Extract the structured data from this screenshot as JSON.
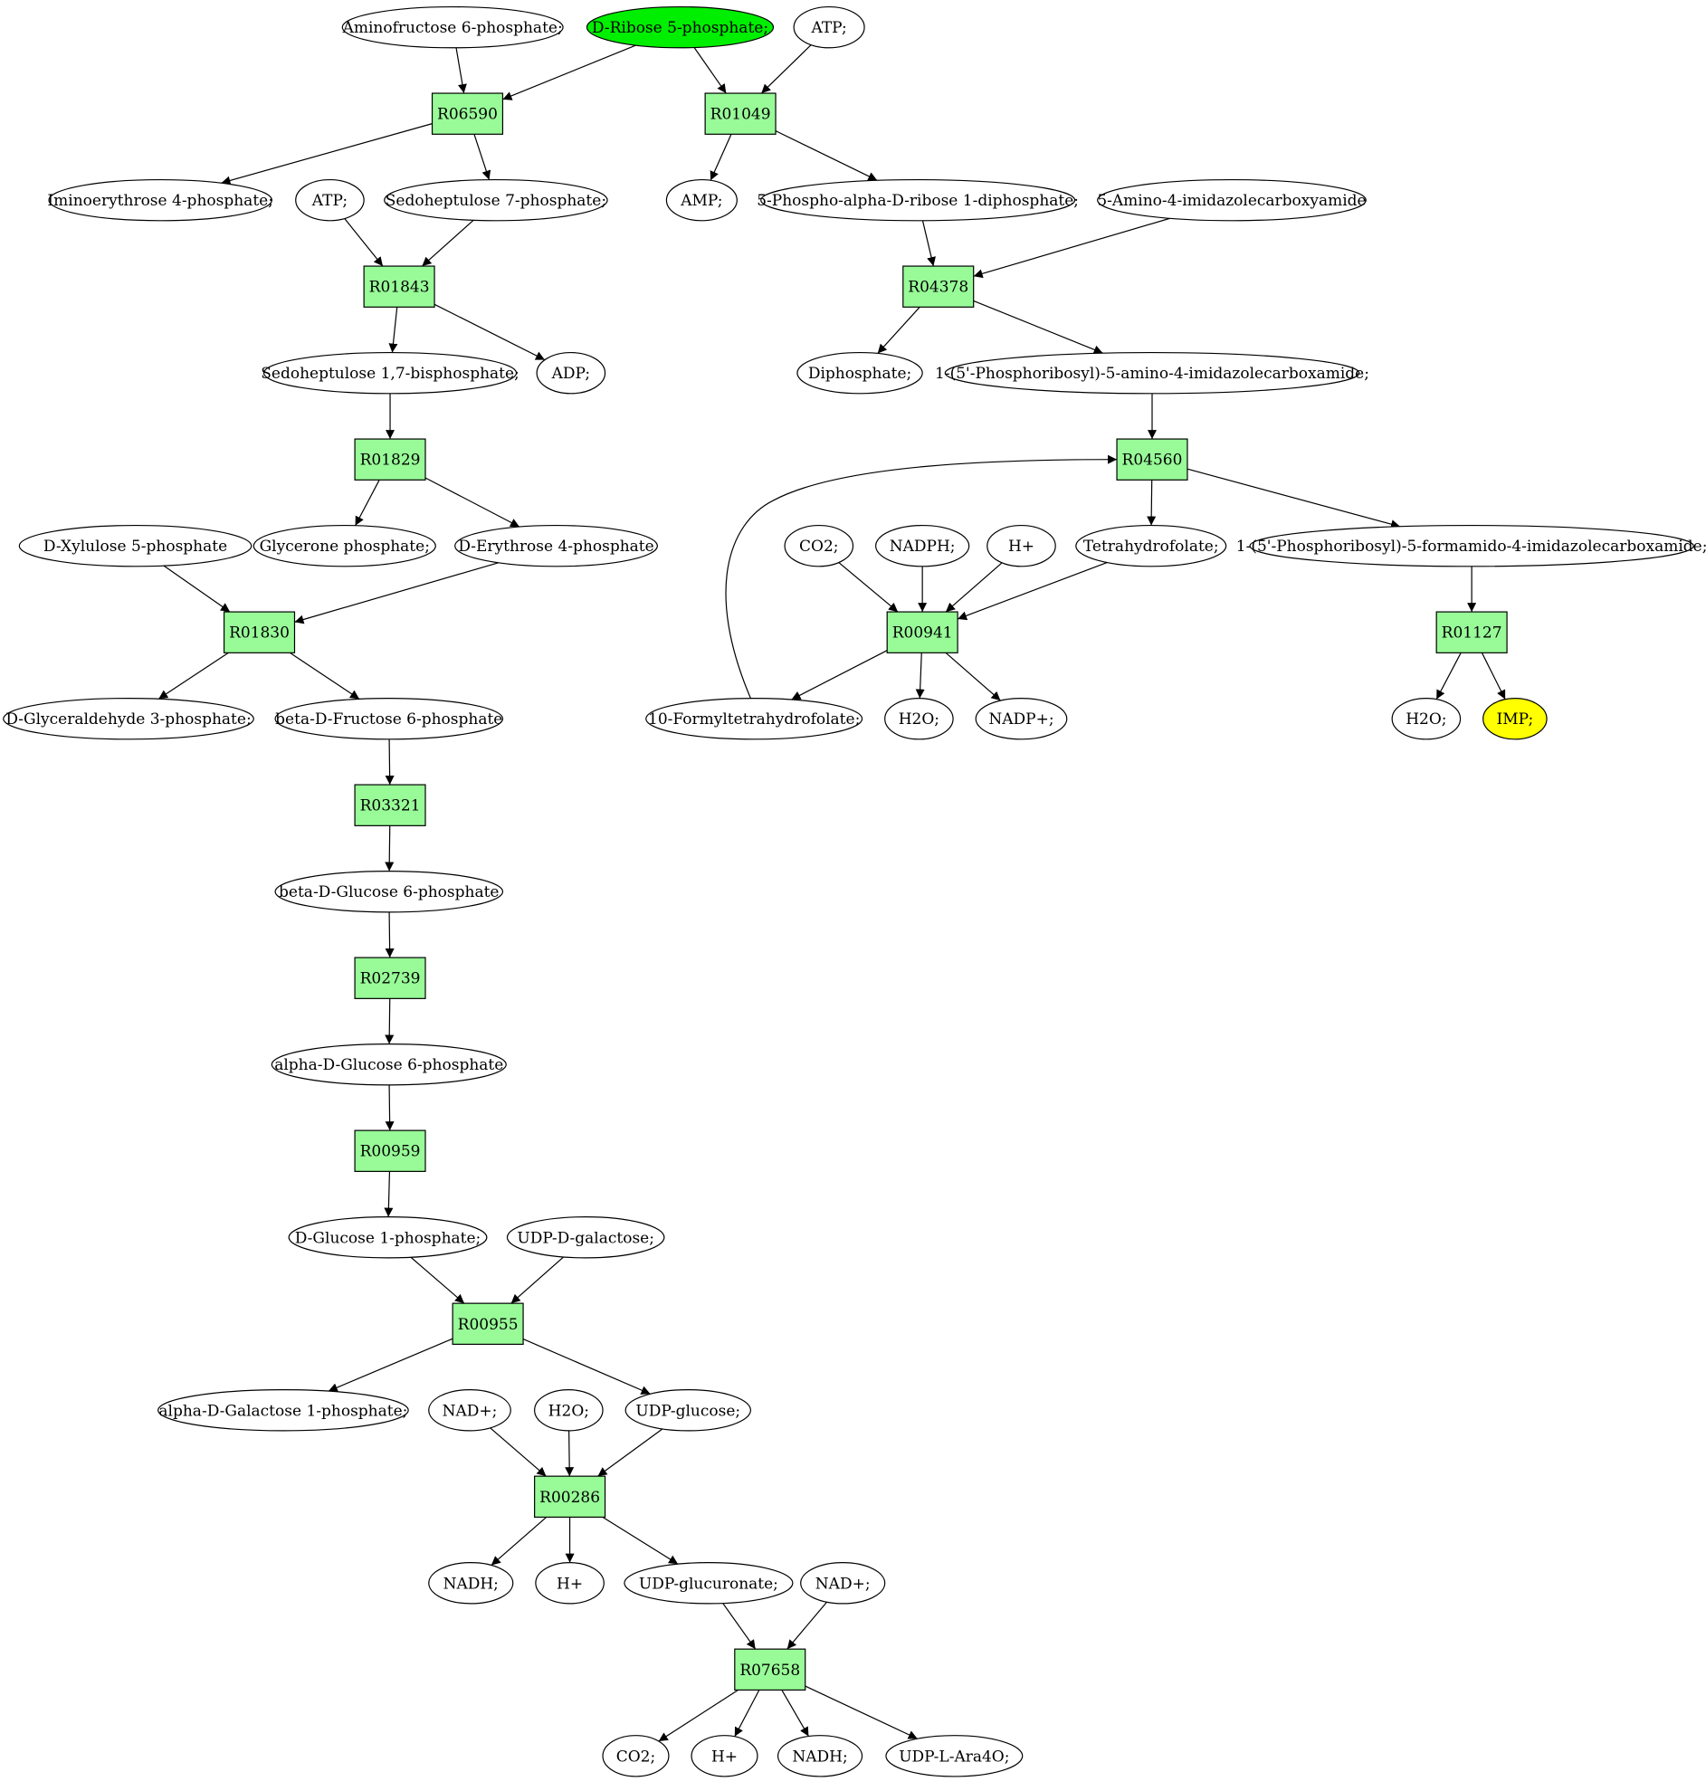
{
  "colors": {
    "reaction_fill": "#98fb98",
    "compound_fill": "#ffffff",
    "start_fill": "#00ee00",
    "target_fill": "#ffff00",
    "stroke": "#000000"
  },
  "reactions": [
    {
      "id": "r06590",
      "label": "R06590"
    },
    {
      "id": "r01049",
      "label": "R01049"
    },
    {
      "id": "r01843",
      "label": "R01843"
    },
    {
      "id": "r04378",
      "label": "R04378"
    },
    {
      "id": "r01829",
      "label": "R01829"
    },
    {
      "id": "r04560",
      "label": "R04560"
    },
    {
      "id": "r01830",
      "label": "R01830"
    },
    {
      "id": "r00941",
      "label": "R00941"
    },
    {
      "id": "r01127",
      "label": "R01127"
    },
    {
      "id": "r03321",
      "label": "R03321"
    },
    {
      "id": "r02739",
      "label": "R02739"
    },
    {
      "id": "r00959",
      "label": "R00959"
    },
    {
      "id": "r00955",
      "label": "R00955"
    },
    {
      "id": "r00286",
      "label": "R00286"
    },
    {
      "id": "r07658",
      "label": "R07658"
    }
  ],
  "compounds": [
    {
      "id": "aminofructose",
      "label": "Aminofructose 6-phosphate;"
    },
    {
      "id": "ribose5p",
      "label": "D-Ribose 5-phosphate;",
      "role": "start"
    },
    {
      "id": "atp1",
      "label": "ATP;"
    },
    {
      "id": "iminoerythrose",
      "label": "Iminoerythrose 4-phosphate;"
    },
    {
      "id": "atp2",
      "label": "ATP;"
    },
    {
      "id": "sedo7p",
      "label": "Sedoheptulose 7-phosphate;"
    },
    {
      "id": "amp",
      "label": "AMP;"
    },
    {
      "id": "prpp",
      "label": "5-Phospho-alpha-D-ribose 1-diphosphate;"
    },
    {
      "id": "aica",
      "label": "5-Amino-4-imidazolecarboxyamide"
    },
    {
      "id": "sedo17bp",
      "label": "Sedoheptulose 1,7-bisphosphate;"
    },
    {
      "id": "adp",
      "label": "ADP;"
    },
    {
      "id": "diphosphate",
      "label": "Diphosphate;"
    },
    {
      "id": "aicar",
      "label": "1-(5'-Phosphoribosyl)-5-amino-4-imidazolecarboxamide;"
    },
    {
      "id": "xylulose5p",
      "label": "D-Xylulose 5-phosphate"
    },
    {
      "id": "glyceronep",
      "label": "Glycerone phosphate;"
    },
    {
      "id": "erythrose4p",
      "label": "D-Erythrose 4-phosphate"
    },
    {
      "id": "co2a",
      "label": "CO2;"
    },
    {
      "id": "nadph",
      "label": "NADPH;"
    },
    {
      "id": "hplus1",
      "label": "H+"
    },
    {
      "id": "thf",
      "label": "Tetrahydrofolate;"
    },
    {
      "id": "faicar",
      "label": "1-(5'-Phosphoribosyl)-5-formamido-4-imidazolecarboxamide;"
    },
    {
      "id": "g3p",
      "label": "D-Glyceraldehyde 3-phosphate;"
    },
    {
      "id": "bfru6p",
      "label": "beta-D-Fructose 6-phosphate"
    },
    {
      "id": "formylthf",
      "label": "10-Formyltetrahydrofolate;"
    },
    {
      "id": "h2o1",
      "label": "H2O;"
    },
    {
      "id": "nadp",
      "label": "NADP+;"
    },
    {
      "id": "h2o2",
      "label": "H2O;"
    },
    {
      "id": "imp",
      "label": "IMP;",
      "role": "target"
    },
    {
      "id": "bglc6p",
      "label": "beta-D-Glucose 6-phosphate"
    },
    {
      "id": "aglc6p",
      "label": "alpha-D-Glucose 6-phosphate"
    },
    {
      "id": "glc1p",
      "label": "D-Glucose 1-phosphate;"
    },
    {
      "id": "udpgal",
      "label": "UDP-D-galactose;"
    },
    {
      "id": "gal1p",
      "label": "alpha-D-Galactose 1-phosphate;"
    },
    {
      "id": "nad1",
      "label": "NAD+;"
    },
    {
      "id": "h2o3",
      "label": "H2O;"
    },
    {
      "id": "udpglc",
      "label": "UDP-glucose;"
    },
    {
      "id": "nadh1",
      "label": "NADH;"
    },
    {
      "id": "hplus2",
      "label": "H+"
    },
    {
      "id": "udpglcua",
      "label": "UDP-glucuronate;"
    },
    {
      "id": "nad2",
      "label": "NAD+;"
    },
    {
      "id": "co2b",
      "label": "CO2;"
    },
    {
      "id": "hplus3",
      "label": "H+"
    },
    {
      "id": "nadh2",
      "label": "NADH;"
    },
    {
      "id": "udpara4o",
      "label": "UDP-L-Ara4O;"
    }
  ],
  "edges": [
    [
      "aminofructose",
      "r06590"
    ],
    [
      "ribose5p",
      "r06590"
    ],
    [
      "r06590",
      "iminoerythrose"
    ],
    [
      "r06590",
      "sedo7p"
    ],
    [
      "ribose5p",
      "r01049"
    ],
    [
      "atp1",
      "r01049"
    ],
    [
      "r01049",
      "amp"
    ],
    [
      "r01049",
      "prpp"
    ],
    [
      "atp2",
      "r01843"
    ],
    [
      "sedo7p",
      "r01843"
    ],
    [
      "r01843",
      "sedo17bp"
    ],
    [
      "r01843",
      "adp"
    ],
    [
      "prpp",
      "r04378"
    ],
    [
      "aica",
      "r04378"
    ],
    [
      "r04378",
      "diphosphate"
    ],
    [
      "r04378",
      "aicar"
    ],
    [
      "sedo17bp",
      "r01829"
    ],
    [
      "r01829",
      "glyceronep"
    ],
    [
      "r01829",
      "erythrose4p"
    ],
    [
      "aicar",
      "r04560"
    ],
    [
      "formylthf",
      "r04560"
    ],
    [
      "r04560",
      "thf"
    ],
    [
      "r04560",
      "faicar"
    ],
    [
      "xylulose5p",
      "r01830"
    ],
    [
      "erythrose4p",
      "r01830"
    ],
    [
      "r01830",
      "g3p"
    ],
    [
      "r01830",
      "bfru6p"
    ],
    [
      "co2a",
      "r00941"
    ],
    [
      "nadph",
      "r00941"
    ],
    [
      "hplus1",
      "r00941"
    ],
    [
      "thf",
      "r00941"
    ],
    [
      "r00941",
      "formylthf"
    ],
    [
      "r00941",
      "h2o1"
    ],
    [
      "r00941",
      "nadp"
    ],
    [
      "faicar",
      "r01127"
    ],
    [
      "r01127",
      "h2o2"
    ],
    [
      "r01127",
      "imp"
    ],
    [
      "bfru6p",
      "r03321"
    ],
    [
      "r03321",
      "bglc6p"
    ],
    [
      "bglc6p",
      "r02739"
    ],
    [
      "r02739",
      "aglc6p"
    ],
    [
      "aglc6p",
      "r00959"
    ],
    [
      "r00959",
      "glc1p"
    ],
    [
      "glc1p",
      "r00955"
    ],
    [
      "udpgal",
      "r00955"
    ],
    [
      "r00955",
      "gal1p"
    ],
    [
      "r00955",
      "udpglc"
    ],
    [
      "nad1",
      "r00286"
    ],
    [
      "h2o3",
      "r00286"
    ],
    [
      "udpglc",
      "r00286"
    ],
    [
      "r00286",
      "nadh1"
    ],
    [
      "r00286",
      "hplus2"
    ],
    [
      "r00286",
      "udpglcua"
    ],
    [
      "udpglcua",
      "r07658"
    ],
    [
      "nad2",
      "r07658"
    ],
    [
      "r07658",
      "co2b"
    ],
    [
      "r07658",
      "hplus3"
    ],
    [
      "r07658",
      "nadh2"
    ],
    [
      "r07658",
      "udpara4o"
    ]
  ]
}
